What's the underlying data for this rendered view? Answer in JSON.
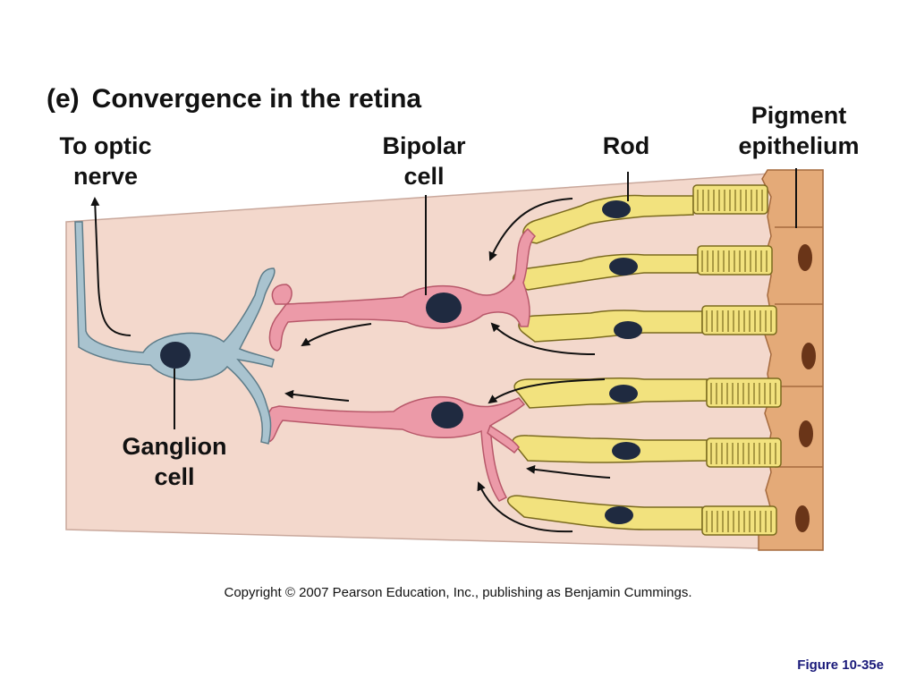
{
  "title": {
    "tag": "(e)",
    "text": "Convergence in the retina"
  },
  "labels": {
    "optic_nerve": {
      "line1": "To optic",
      "line2": "nerve"
    },
    "bipolar": {
      "line1": "Bipolar",
      "line2": "cell"
    },
    "rod": "Rod",
    "pigment": {
      "line1": "Pigment",
      "line2": "epithelium"
    },
    "ganglion": {
      "line1": "Ganglion",
      "line2": "cell"
    }
  },
  "copyright": "Copyright © 2007 Pearson Education, Inc., publishing as Benjamin Cummings.",
  "figure_ref": "Figure 10-35e",
  "colors": {
    "tissue": "#f3d8cc",
    "bipolar": "#ec9aa8",
    "ganglion": "#a9c3cf",
    "rod": "#f2e27e",
    "pigment": "#e4aa78",
    "nucleus": "#1f2a40"
  }
}
